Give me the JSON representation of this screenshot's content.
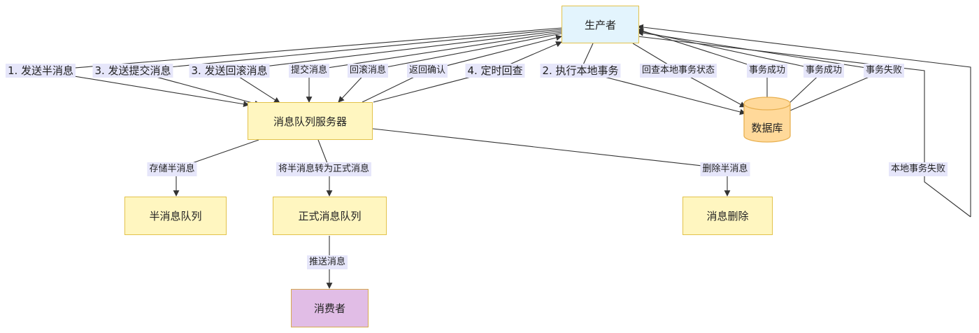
{
  "nodes": {
    "producer": "生产者",
    "mq_server": "消息队列服务器",
    "database": "数据库",
    "half_queue": "半消息队列",
    "formal_queue": "正式消息队列",
    "msg_delete": "消息删除",
    "consumer": "消费者"
  },
  "edges": {
    "send_half": "1. 发送半消息",
    "send_commit": "3. 发送提交消息",
    "send_rollback": "3. 发送回滚消息",
    "commit_msg": "提交消息",
    "rollback_msg": "回滚消息",
    "return_ack": "返回确认",
    "scheduled_check": "4. 定时回查",
    "exec_local_tx": "2. 执行本地事务",
    "check_tx_state": "回查本地事务状态",
    "tx_success_1": "事务成功",
    "tx_success_2": "事务成功",
    "tx_failed": "事务失败",
    "local_tx_failed": "本地事务失败",
    "store_half": "存储半消息",
    "half_to_formal": "将半消息转为正式消息",
    "delete_half": "删除半消息",
    "push_msg": "推送消息"
  },
  "colors": {
    "producer_fill": "#e3f4fd",
    "yellow_fill": "#fff6c0",
    "consumer_fill": "#e1bde6",
    "database_fill": "#ffd99a",
    "label_bg": "#e6e6fa",
    "edge": "#333333"
  }
}
